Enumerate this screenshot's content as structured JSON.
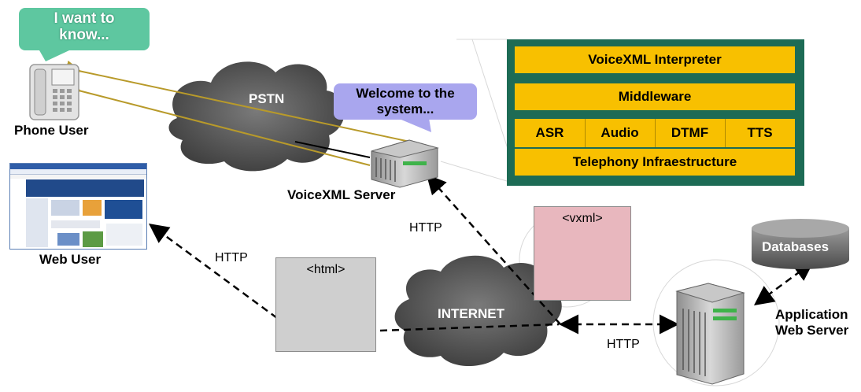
{
  "bubbles": {
    "phone_user_thought": "I want to know...",
    "server_welcome": "Welcome to the system..."
  },
  "labels": {
    "phone_user": "Phone User",
    "web_user": "Web User",
    "voicexml_server": "VoiceXML Server",
    "app_server_line1": "Application",
    "app_server_line2": "Web Server",
    "databases": "Databases",
    "pstn": "PSTN",
    "internet": "INTERNET",
    "http_web": "HTTP",
    "http_voice": "HTTP",
    "http_app": "HTTP"
  },
  "documents": {
    "html": "<html>",
    "vxml": "<vxml>"
  },
  "architecture": {
    "interpreter": "VoiceXML Interpreter",
    "middleware": "Middleware",
    "components": [
      "ASR",
      "Audio",
      "DTMF",
      "TTS"
    ],
    "telephony": "Telephony Infraestructure"
  },
  "colors": {
    "bubble_green": "#5ec7a0",
    "bubble_purple": "#a9a6ee",
    "stack_frame": "#1d6b55",
    "stack_layer": "#f8c000",
    "html_doc": "#cfcfcf",
    "vxml_doc": "#e8b7be",
    "cloud": "#555555",
    "phone_line": "#b89a2a"
  }
}
